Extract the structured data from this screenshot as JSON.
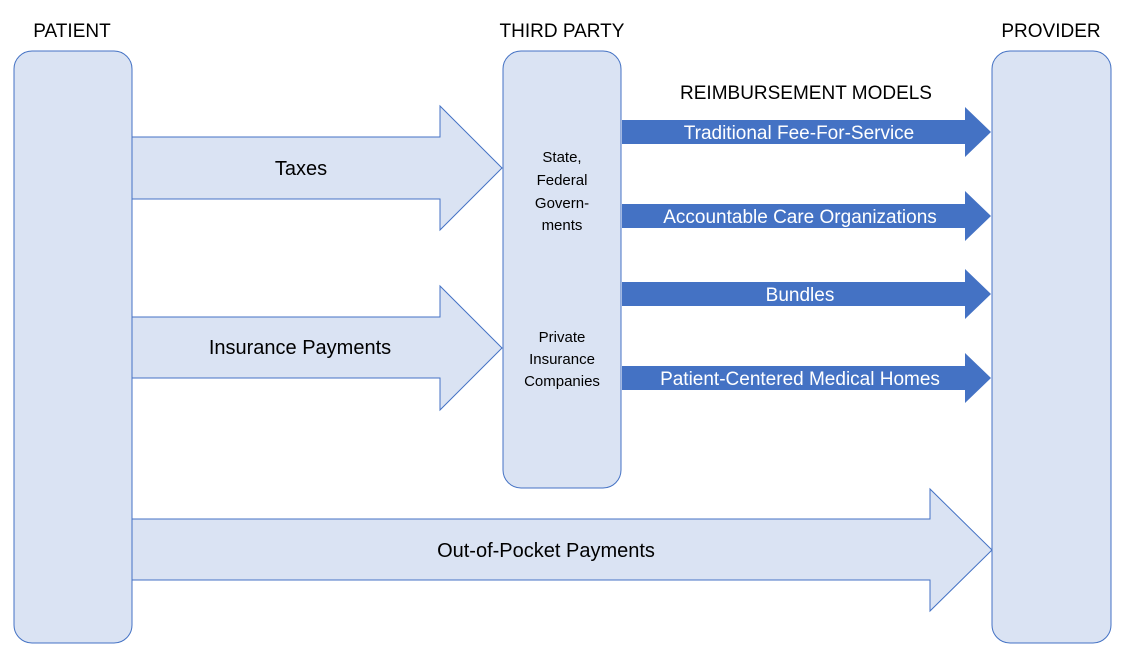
{
  "colors": {
    "box_fill": "#dae3f3",
    "box_stroke": "#4472c4",
    "model_arrow_fill": "#4472c4",
    "model_text": "#ffffff",
    "text": "#000000"
  },
  "columns": {
    "patient": "PATIENT",
    "third_party": "THIRD PARTY",
    "provider": "PROVIDER"
  },
  "third_party_groups": {
    "government": [
      "State,",
      "Federal",
      "Govern-",
      "ments"
    ],
    "private": [
      "Private",
      "Insurance",
      "Companies"
    ]
  },
  "flows": {
    "taxes": "Taxes",
    "insurance_payments": "Insurance Payments",
    "out_of_pocket": "Out-of-Pocket Payments"
  },
  "reimbursement": {
    "heading": "REIMBURSEMENT MODELS",
    "models": [
      "Traditional Fee-For-Service",
      "Accountable Care Organizations",
      "Bundles",
      "Patient-Centered Medical Homes"
    ]
  }
}
